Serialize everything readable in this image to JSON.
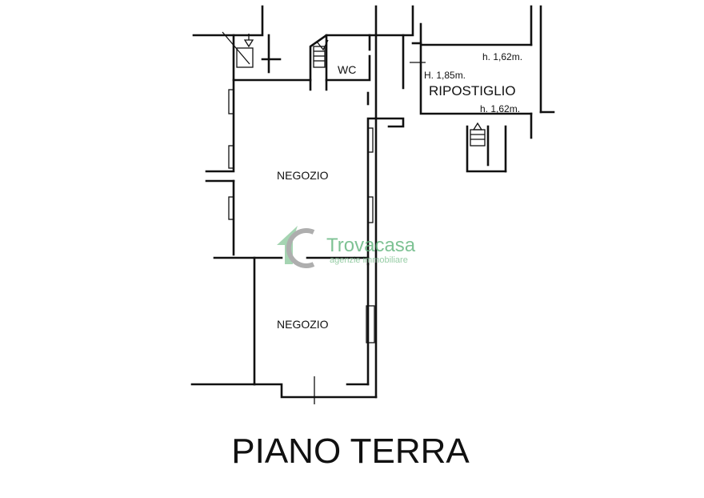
{
  "plan": {
    "title": "PIANO TERRA",
    "rooms": {
      "negozio_upper": "NEGOZIO",
      "negozio_lower": "NEGOZIO",
      "wc": "WC",
      "ripostiglio": "RIPOSTIGLIO"
    },
    "heights": {
      "top": "h. 1,62m.",
      "middle": "H. 1,85m.",
      "bottom": "h. 1,62m."
    }
  },
  "watermark": {
    "brand": "Trovacasa",
    "tagline": "agenzie immobiliare",
    "color": "#5fb37a"
  }
}
